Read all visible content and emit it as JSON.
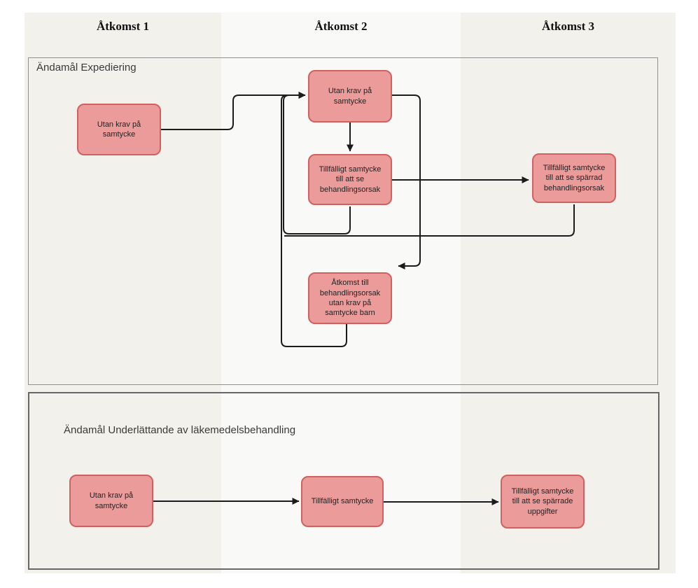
{
  "diagram": {
    "columns": [
      "Åtkomst 1",
      "Åtkomst 2",
      "Åtkomst 3"
    ],
    "sections": [
      {
        "title": "Ändamål Expediering",
        "nodes": [
          {
            "id": "exp-utan-krav-col1",
            "label": "Utan krav på samtycke"
          },
          {
            "id": "exp-utan-krav-col2",
            "label": "Utan krav på samtycke"
          },
          {
            "id": "exp-tillfalligt-behandlingsorsak",
            "label": "Tillfälligt samtycke till att se behandlingsorsak"
          },
          {
            "id": "exp-tillfalligt-sparrad",
            "label": "Tillfälligt samtycke till att se spärrad behandlingsorsak"
          },
          {
            "id": "exp-atkomst-barn",
            "label": "Åtkomst till behandlingsorsak utan krav på samtycke barn"
          }
        ],
        "edges": [
          {
            "from": "exp-utan-krav-col1",
            "to": "exp-utan-krav-col2"
          },
          {
            "from": "exp-utan-krav-col2",
            "to": "exp-tillfalligt-behandlingsorsak"
          },
          {
            "from": "exp-tillfalligt-behandlingsorsak",
            "to": "exp-tillfalligt-sparrad"
          },
          {
            "from": "exp-tillfalligt-behandlingsorsak",
            "to": "exp-utan-krav-col2"
          },
          {
            "from": "exp-utan-krav-col2",
            "to": "exp-atkomst-barn"
          },
          {
            "from": "exp-atkomst-barn",
            "to": "exp-utan-krav-col2"
          },
          {
            "from": "exp-tillfalligt-sparrad",
            "to": "exp-atkomst-barn"
          }
        ]
      },
      {
        "title": "Ändamål Underlättande av läkemedelsbehandling",
        "nodes": [
          {
            "id": "lak-utan-krav",
            "label": "Utan krav på samtycke"
          },
          {
            "id": "lak-tillfalligt",
            "label": "Tillfälligt samtycke"
          },
          {
            "id": "lak-tillfalligt-sparrade",
            "label": "Tillfälligt samtycke till att se spärrade uppgifter"
          }
        ],
        "edges": [
          {
            "from": "lak-utan-krav",
            "to": "lak-tillfalligt"
          },
          {
            "from": "lak-tillfalligt",
            "to": "lak-tillfalligt-sparrade"
          }
        ]
      }
    ],
    "colors": {
      "page_bg": "#FFFFFF",
      "lane_shaded": "#F3F1EB",
      "lane_light": "#F9F9F7",
      "node_fill": "#EC9B9B",
      "node_stroke": "#D16060",
      "node_text": "#222222",
      "section1_border": "#909090",
      "section2_border": "#676767",
      "edge": "#1B1B1B",
      "header_text": "#111111",
      "title_text": "#3A3A3A"
    }
  }
}
